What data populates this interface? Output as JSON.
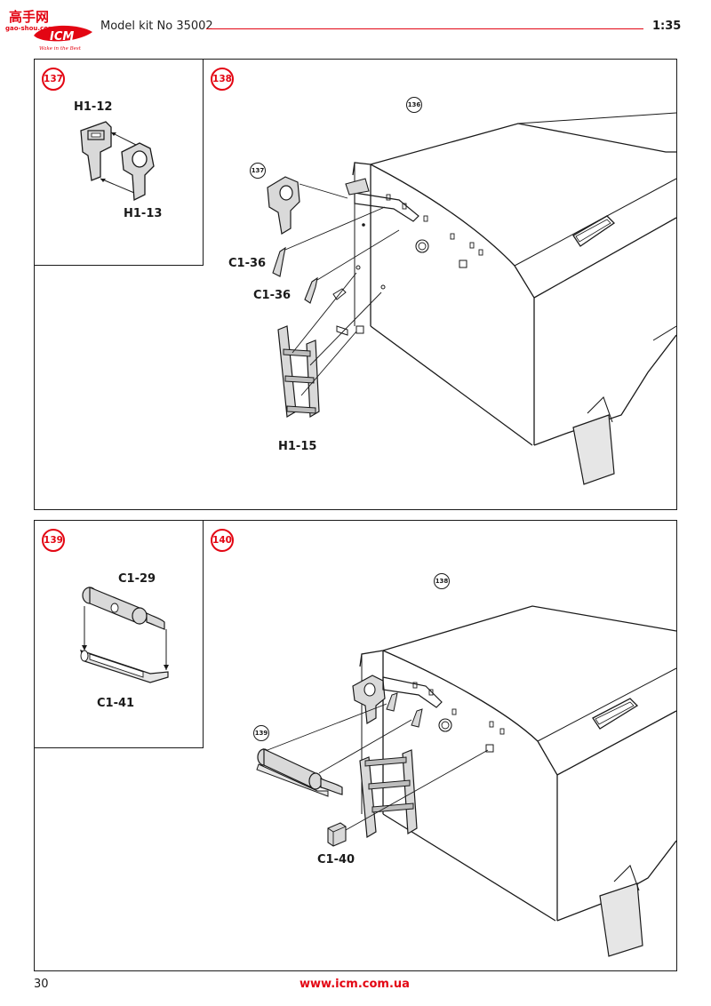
{
  "header": {
    "watermark": "高手网",
    "watermark_url": "gao-shou.com",
    "brand": "ICM",
    "brand_tagline": "Wake in the Best",
    "kit_title": "Model kit No 35002",
    "scale": "1:35"
  },
  "colors": {
    "accent": "#e30613",
    "ink": "#1a1a1a"
  },
  "steps": {
    "s137": {
      "number": "137",
      "labels": [
        "H1-12",
        "H1-13"
      ]
    },
    "s138": {
      "number": "138",
      "ref": "136",
      "sub_ref": "137",
      "labels": [
        "C1-36",
        "C1-36",
        "H1-15"
      ]
    },
    "s139": {
      "number": "139",
      "labels": [
        "C1-29",
        "C1-41"
      ]
    },
    "s140": {
      "number": "140",
      "ref": "138",
      "sub_ref": "139",
      "labels": [
        "C1-40"
      ]
    }
  },
  "footer": {
    "page_number": "30",
    "url": "www.icm.com.ua"
  }
}
